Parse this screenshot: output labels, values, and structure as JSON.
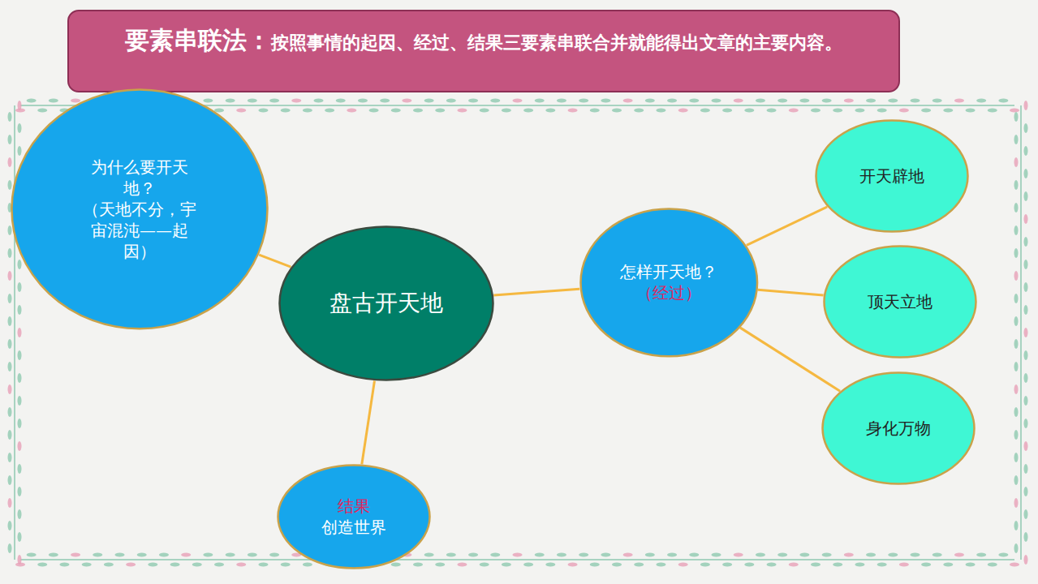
{
  "diagram": {
    "nodes": [
      {
        "text": [
          "要素串联法：",
          "按照事情的起因、经过、结果三要素串联合并就能得出文章的主要内容。"
        ]
      },
      {
        "text": [
          "为什么要开天地？",
          "（天地不分，宇宙混沌——起因）"
        ]
      },
      {
        "text": [
          "盘古开天地"
        ]
      },
      {
        "text": [
          "怎样开天地？",
          "（经过）"
        ]
      },
      {
        "text": [
          "开天辟地"
        ]
      },
      {
        "text": [
          "顶天立地"
        ]
      },
      {
        "text": [
          "身化万物"
        ]
      },
      {
        "text": [
          "结果",
          "创造世界"
        ]
      }
    ],
    "edges": [
      {
        "from": 2,
        "to": 1,
        "arrow": "none"
      },
      {
        "from": 2,
        "to": 3,
        "arrow": "none"
      },
      {
        "from": 3,
        "to": 4,
        "arrow": "none"
      },
      {
        "from": 3,
        "to": 5,
        "arrow": "none"
      },
      {
        "from": 3,
        "to": 6,
        "arrow": "none"
      },
      {
        "from": 2,
        "to": 7,
        "arrow": "none"
      }
    ]
  }
}
